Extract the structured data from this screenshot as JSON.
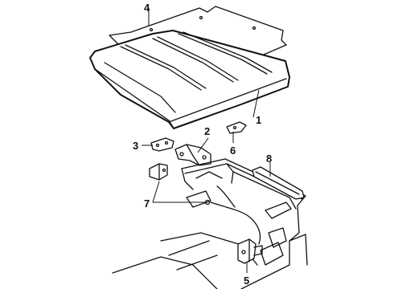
{
  "callouts": [
    {
      "id": "1",
      "label": "1",
      "part": "hood-panel"
    },
    {
      "id": "2",
      "label": "2",
      "part": "hood-hinge"
    },
    {
      "id": "3",
      "label": "3",
      "part": "hinge-bracket"
    },
    {
      "id": "4",
      "label": "4",
      "part": "hood-insulator"
    },
    {
      "id": "5",
      "label": "5",
      "part": "hood-latch"
    },
    {
      "id": "6",
      "label": "6",
      "part": "hood-bumper"
    },
    {
      "id": "7",
      "label": "7",
      "part": "release-cable"
    },
    {
      "id": "8",
      "label": "8",
      "part": "hood-seal"
    }
  ]
}
